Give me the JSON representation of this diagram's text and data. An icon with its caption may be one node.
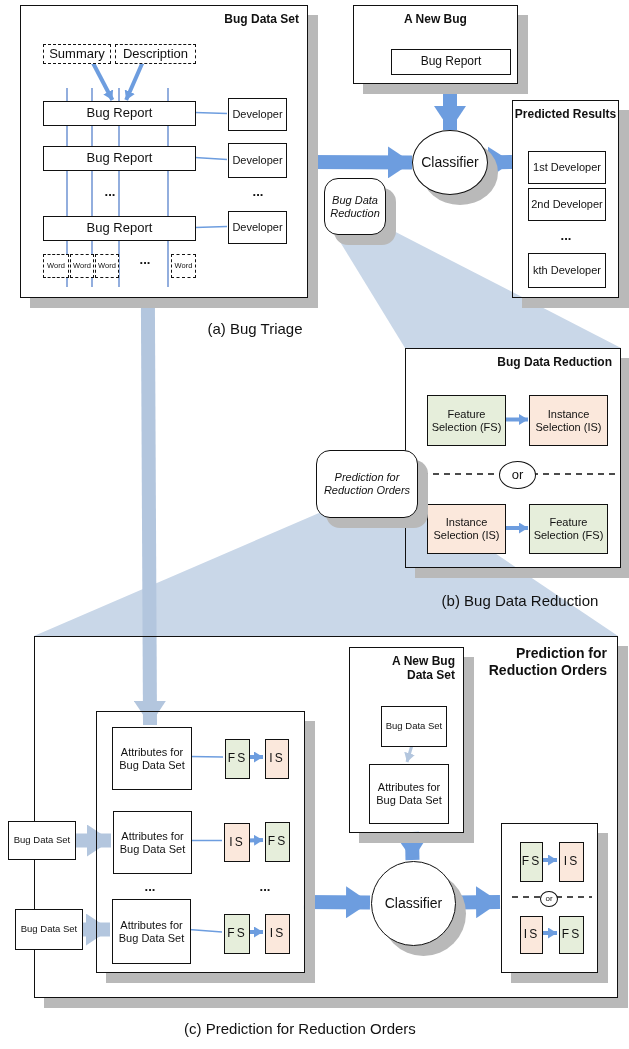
{
  "diagram": {
    "nodes": [
      {
        "text": [
          "Bug Data Set"
        ]
      },
      {
        "text": [
          "Summary"
        ],
        "in": 0
      },
      {
        "text": [
          "Description"
        ],
        "in": 0
      },
      {
        "text": [
          "Bug Report"
        ],
        "in": 0
      },
      {
        "text": [
          "Developer"
        ],
        "in": 0
      },
      {
        "text": [
          "Bug Report"
        ],
        "in": 0
      },
      {
        "text": [
          "Developer"
        ],
        "in": 0
      },
      {
        "text": [
          "Bug Report"
        ],
        "in": 0
      },
      {
        "text": [
          "Developer"
        ],
        "in": 0
      },
      {
        "text": [
          "Word"
        ],
        "in": 0
      },
      {
        "text": [
          "Word"
        ],
        "in": 0
      },
      {
        "text": [
          "Word"
        ],
        "in": 0
      },
      {
        "text": [
          "Word"
        ],
        "in": 0
      },
      {
        "text": [
          "A New Bug"
        ]
      },
      {
        "text": [
          "Bug Report"
        ],
        "in": 13
      },
      {
        "text": [
          "Classifier"
        ]
      },
      {
        "text": [
          "Predicted Results"
        ]
      },
      {
        "text": [
          "1st Developer"
        ],
        "in": 16
      },
      {
        "text": [
          "2nd Developer"
        ],
        "in": 16
      },
      {
        "text": [
          "kth Developer"
        ],
        "in": 16
      },
      {
        "text": [
          "Bug Data Reduction"
        ]
      },
      {
        "text": [
          "Bug Data Reduction"
        ]
      },
      {
        "text": [
          "Feature Selection (FS)"
        ],
        "in": 21
      },
      {
        "text": [
          "Instance Selection (IS)"
        ],
        "in": 21
      },
      {
        "text": [
          "or"
        ],
        "in": 21
      },
      {
        "text": [
          "Instance Selection (IS)"
        ],
        "in": 21
      },
      {
        "text": [
          "Feature Selection (FS)"
        ],
        "in": 21
      },
      {
        "text": [
          "Prediction for Reduction Orders"
        ]
      },
      {
        "text": [
          "Prediction for Reduction Orders"
        ]
      },
      {
        "text": [],
        "shape": "box",
        "in": 28
      },
      {
        "text": [
          "Attributes for Bug Data Set"
        ],
        "in": 29
      },
      {
        "text": [
          "FS"
        ],
        "in": 29
      },
      {
        "text": [
          "IS"
        ],
        "in": 29
      },
      {
        "text": [
          "Attributes for Bug Data Set"
        ],
        "in": 29
      },
      {
        "text": [
          "IS"
        ],
        "in": 29
      },
      {
        "text": [
          "FS"
        ],
        "in": 29
      },
      {
        "text": [
          "Attributes for Bug Data Set"
        ],
        "in": 29
      },
      {
        "text": [
          "FS"
        ],
        "in": 29
      },
      {
        "text": [
          "IS"
        ],
        "in": 29
      },
      {
        "text": [
          "Bug Data Set"
        ]
      },
      {
        "text": [
          "Bug Data Set"
        ]
      },
      {
        "text": [
          "A New Bug Data Set"
        ],
        "in": 28
      },
      {
        "text": [
          "Bug Data Set"
        ],
        "in": 41
      },
      {
        "text": [
          "Attributes for Bug Data Set"
        ],
        "in": 41
      },
      {
        "text": [
          "Classifier"
        ],
        "in": 28
      },
      {
        "text": [],
        "shape": "box",
        "in": 28
      },
      {
        "text": [
          "FS"
        ],
        "in": 45
      },
      {
        "text": [
          "IS"
        ],
        "in": 45
      },
      {
        "text": [
          "or"
        ],
        "in": 45
      },
      {
        "text": [
          "IS"
        ],
        "in": 45
      },
      {
        "text": [
          "FS"
        ],
        "in": 45
      }
    ],
    "edges": [
      {
        "from": 1,
        "to": 3,
        "arrow": "to"
      },
      {
        "from": 2,
        "to": 3,
        "arrow": "to"
      },
      {
        "from": 3,
        "to": 4,
        "arrow": "none"
      },
      {
        "from": 5,
        "to": 6,
        "arrow": "none"
      },
      {
        "from": 7,
        "to": 8,
        "arrow": "none"
      },
      {
        "from": 0,
        "to": 15,
        "arrow": "to",
        "style": "thick"
      },
      {
        "from": 13,
        "to": 15,
        "arrow": "to",
        "style": "thick"
      },
      {
        "from": 15,
        "to": 16,
        "arrow": "to",
        "style": "thick"
      },
      {
        "from": 0,
        "to": 30,
        "arrow": "to",
        "style": "thick",
        "color": "#b3c6de"
      },
      {
        "from": 22,
        "to": 23,
        "arrow": "to"
      },
      {
        "from": 25,
        "to": 26,
        "arrow": "to"
      },
      {
        "from": 30,
        "to": 31,
        "arrow": "none"
      },
      {
        "from": 31,
        "to": 32,
        "arrow": "to"
      },
      {
        "from": 33,
        "to": 34,
        "arrow": "none"
      },
      {
        "from": 34,
        "to": 35,
        "arrow": "to"
      },
      {
        "from": 36,
        "to": 37,
        "arrow": "none"
      },
      {
        "from": 37,
        "to": 38,
        "arrow": "to"
      },
      {
        "from": 39,
        "to": 33,
        "arrow": "to",
        "style": "thick",
        "color": "#b3c6de"
      },
      {
        "from": 40,
        "to": 36,
        "arrow": "to",
        "style": "thick",
        "color": "#b3c6de"
      },
      {
        "from": 42,
        "to": 43,
        "arrow": "to",
        "color": "#b3c6de"
      },
      {
        "from": 41,
        "to": 44,
        "arrow": "to",
        "style": "thick"
      },
      {
        "from": 29,
        "to": 44,
        "arrow": "to",
        "style": "thick"
      },
      {
        "from": 44,
        "to": 45,
        "arrow": "to",
        "style": "thick"
      },
      {
        "from": 46,
        "to": 47,
        "arrow": "to"
      },
      {
        "from": 49,
        "to": 50,
        "arrow": "to"
      }
    ],
    "labels": [
      "...",
      "...",
      "...",
      "...",
      "(a) Bug Triage",
      "(b) Bug Data Reduction",
      "...",
      "...",
      "(c) Prediction for Reduction Orders"
    ]
  }
}
